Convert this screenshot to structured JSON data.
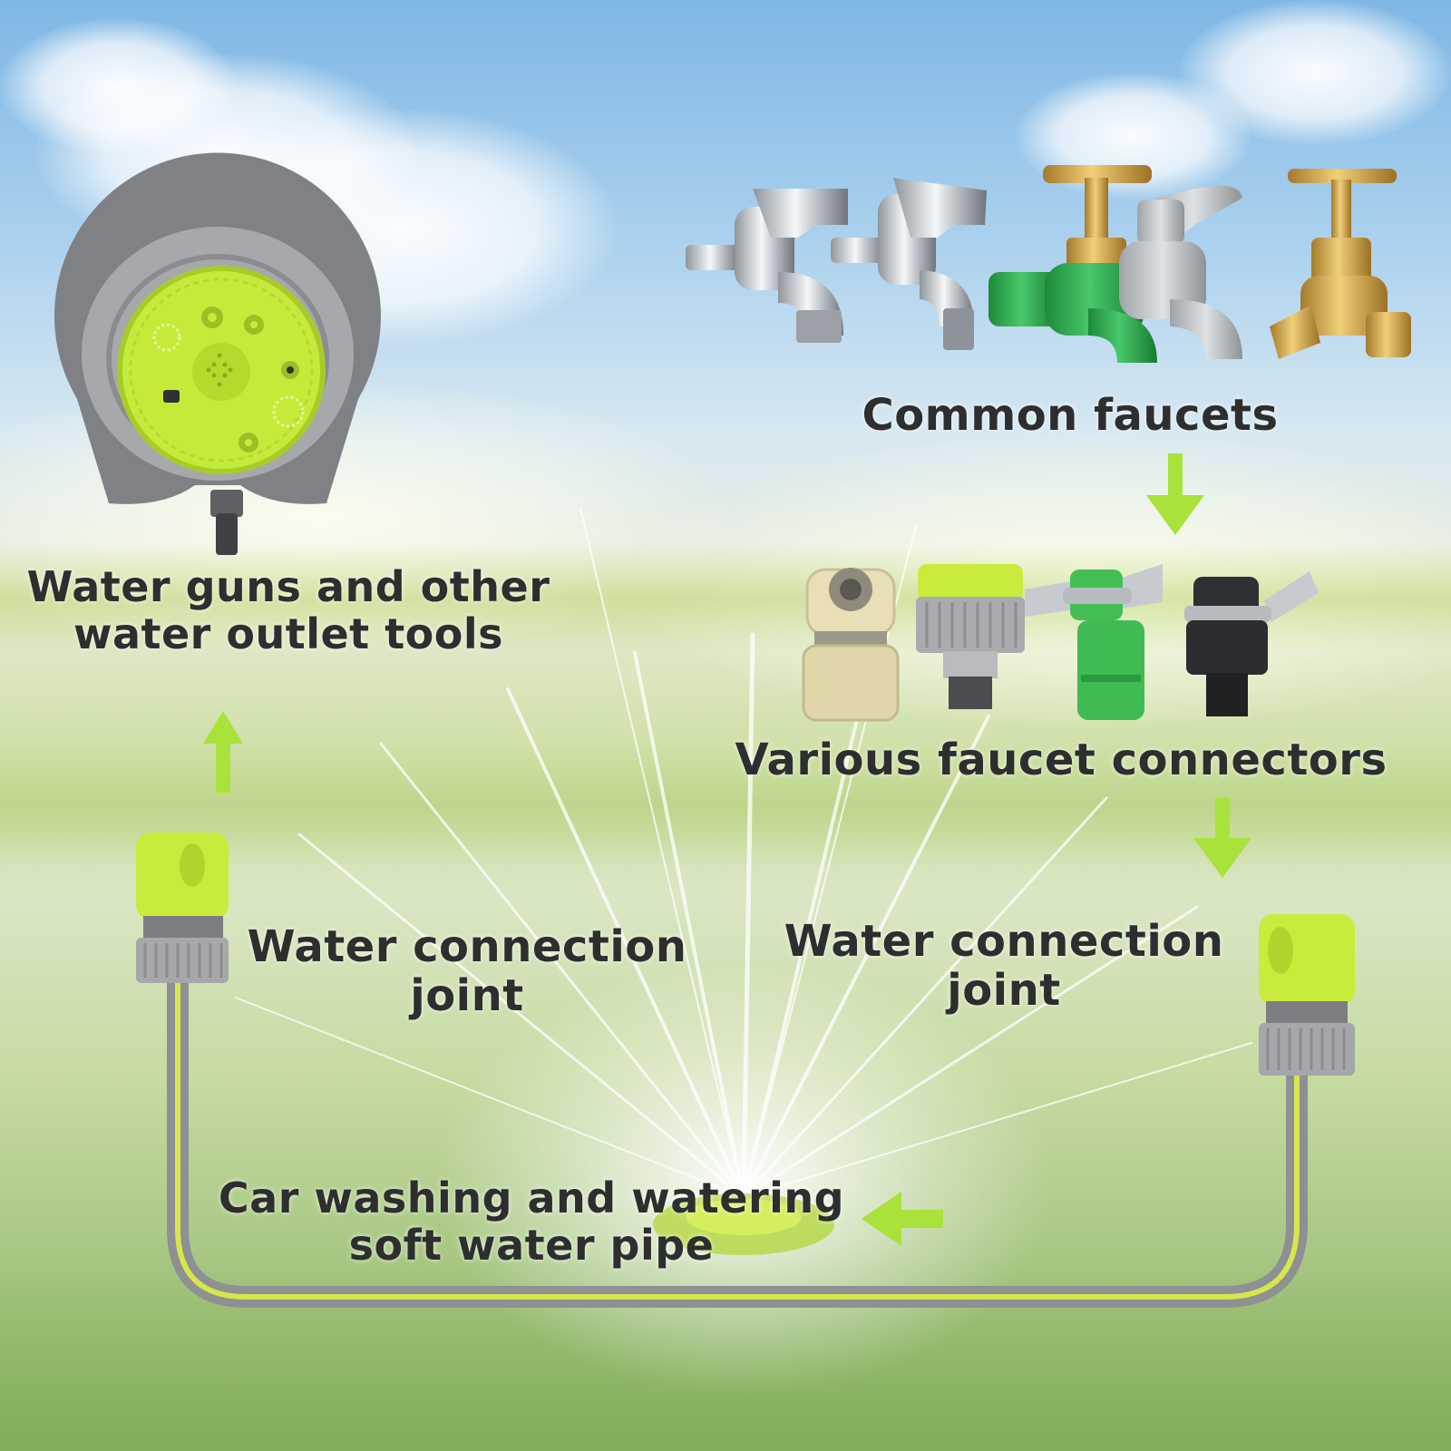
{
  "labels": {
    "common_faucets": "Common faucets",
    "various_connectors": "Various faucet connectors",
    "water_outlet_tools_line1": "Water guns and other",
    "water_outlet_tools_line2": "water outlet tools",
    "left_joint_line1": "Water connection",
    "left_joint_line2": "joint",
    "right_joint_line1": "Water connection",
    "right_joint_line2": "joint",
    "pipe_line1": "Car washing and watering",
    "pipe_line2": "soft water pipe"
  },
  "colors": {
    "lime": "#c8ec3c",
    "arrow": "#a8e23a",
    "grey": "#8c8c8c",
    "text": "#2e2e2e",
    "faucet_green": "#2fb24c",
    "brass": "#d6a543"
  },
  "icons": {
    "sprinkler": "garden-sprinkler-icon",
    "faucet_chrome": "chrome-faucet-icon",
    "faucet_green": "green-faucet-icon",
    "faucet_silver": "silver-faucet-icon",
    "faucet_brass": "brass-faucet-icon",
    "connector": "faucet-connector-icon",
    "joint": "quick-connect-joint-icon",
    "arrow": "flow-arrow-icon"
  }
}
